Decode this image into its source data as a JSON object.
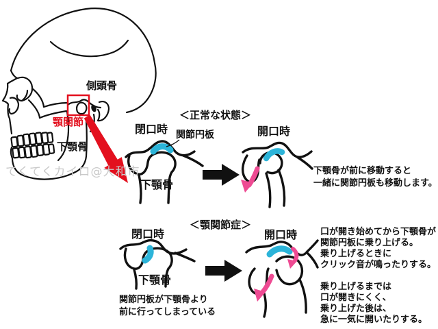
{
  "colors": {
    "red": "#e3101e",
    "cyan": "#2cb4d9",
    "pink": "#ee4b93",
    "black": "#111111",
    "watermark_gray": "#c9c9c9"
  },
  "watermark": "てくてくカイロ@大和市",
  "skull": {
    "temporal_bone_label": "側頭骨",
    "tmj_label": "顎関節",
    "mandible_label": "下顎骨"
  },
  "normal": {
    "title": "＜正常な状態＞",
    "closed_label": "閉口時",
    "open_label": "開口時",
    "disc_label": "関節円板",
    "mandible_label": "下顎骨",
    "caption": [
      "下顎骨が前に移動すると",
      "一緒に関節円板も移動します。"
    ]
  },
  "disorder": {
    "title": "＜顎関節症＞",
    "closed_label": "閉口時",
    "open_label": "開口時",
    "mandible_label": "下顎骨",
    "closed_caption": [
      "関節円板が下顎骨より",
      "前に行ってしまっている"
    ],
    "open_caption_block1": [
      "口が開き始めてから下顎骨が",
      "関節円板に乗り上げる。",
      "乗り上げるときに",
      "クリック音が鳴ったりする。"
    ],
    "open_caption_block2": [
      "乗り上げるまでは",
      "口が開きにくく、",
      "乗り上げた後は、",
      "急に一気に開いたりする。"
    ]
  }
}
